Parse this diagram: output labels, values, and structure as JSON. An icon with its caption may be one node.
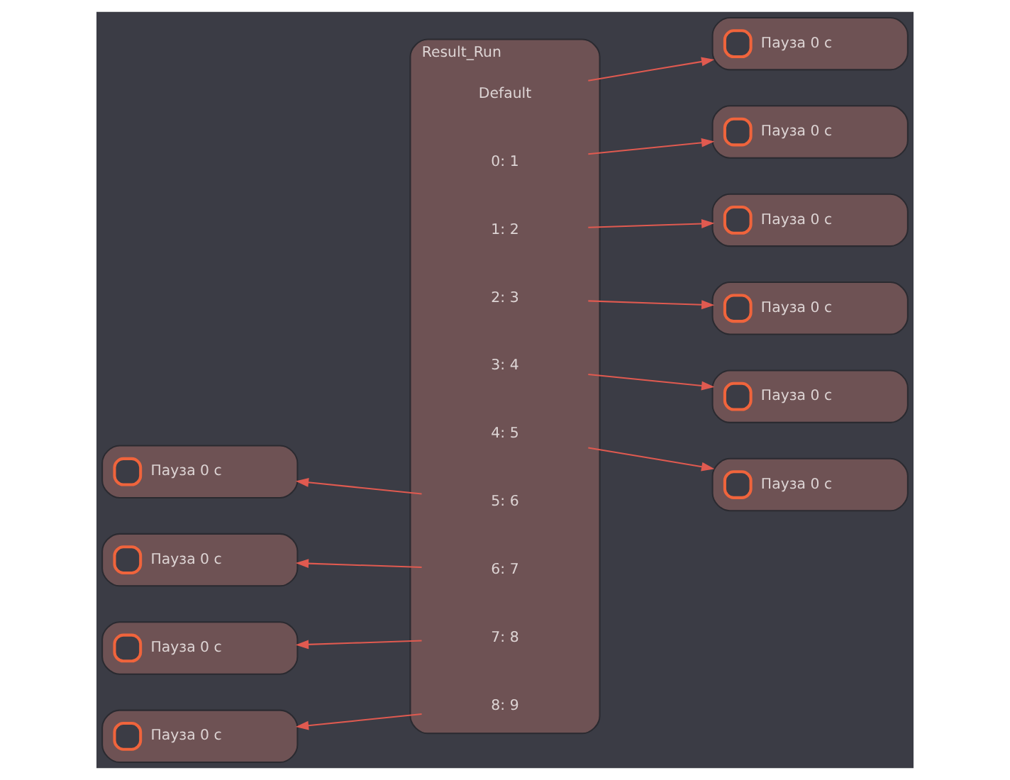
{
  "diagram": {
    "nodes": [
      {
        "text": [
          "Result_Run"
        ]
      },
      {
        "text": [
          "Default"
        ],
        "in": 0
      },
      {
        "text": [
          "0: 1"
        ],
        "in": 0
      },
      {
        "text": [
          "1: 2"
        ],
        "in": 0
      },
      {
        "text": [
          "2: 3"
        ],
        "in": 0
      },
      {
        "text": [
          "3: 4"
        ],
        "in": 0
      },
      {
        "text": [
          "4: 5"
        ],
        "in": 0
      },
      {
        "text": [
          "5: 6"
        ],
        "in": 0
      },
      {
        "text": [
          "6: 7"
        ],
        "in": 0
      },
      {
        "text": [
          "7: 8"
        ],
        "in": 0
      },
      {
        "text": [
          "8: 9"
        ],
        "in": 0
      },
      {
        "text": [
          "Пауза 0 с"
        ]
      },
      {
        "text": [
          "Пауза 0 с"
        ]
      },
      {
        "text": [
          "Пауза 0 с"
        ]
      },
      {
        "text": [
          "Пауза 0 с"
        ]
      },
      {
        "text": [
          "Пауза 0 с"
        ]
      },
      {
        "text": [
          "Пауза 0 с"
        ]
      },
      {
        "text": [
          "Пауза 0 с"
        ]
      },
      {
        "text": [
          "Пауза 0 с"
        ]
      },
      {
        "text": [
          "Пауза 0 с"
        ]
      },
      {
        "text": [
          "Пауза 0 с"
        ]
      }
    ],
    "edges": [
      {
        "from": 1,
        "to": 15,
        "arrow": "to"
      },
      {
        "from": 2,
        "to": 16,
        "arrow": "to"
      },
      {
        "from": 3,
        "to": 17,
        "arrow": "to"
      },
      {
        "from": 4,
        "to": 18,
        "arrow": "to"
      },
      {
        "from": 5,
        "to": 19,
        "arrow": "to"
      },
      {
        "from": 6,
        "to": 20,
        "arrow": "to"
      },
      {
        "from": 7,
        "to": 11,
        "arrow": "to"
      },
      {
        "from": 8,
        "to": 12,
        "arrow": "to"
      },
      {
        "from": 9,
        "to": 13,
        "arrow": "to"
      },
      {
        "from": 10,
        "to": 14,
        "arrow": "to"
      }
    ]
  }
}
